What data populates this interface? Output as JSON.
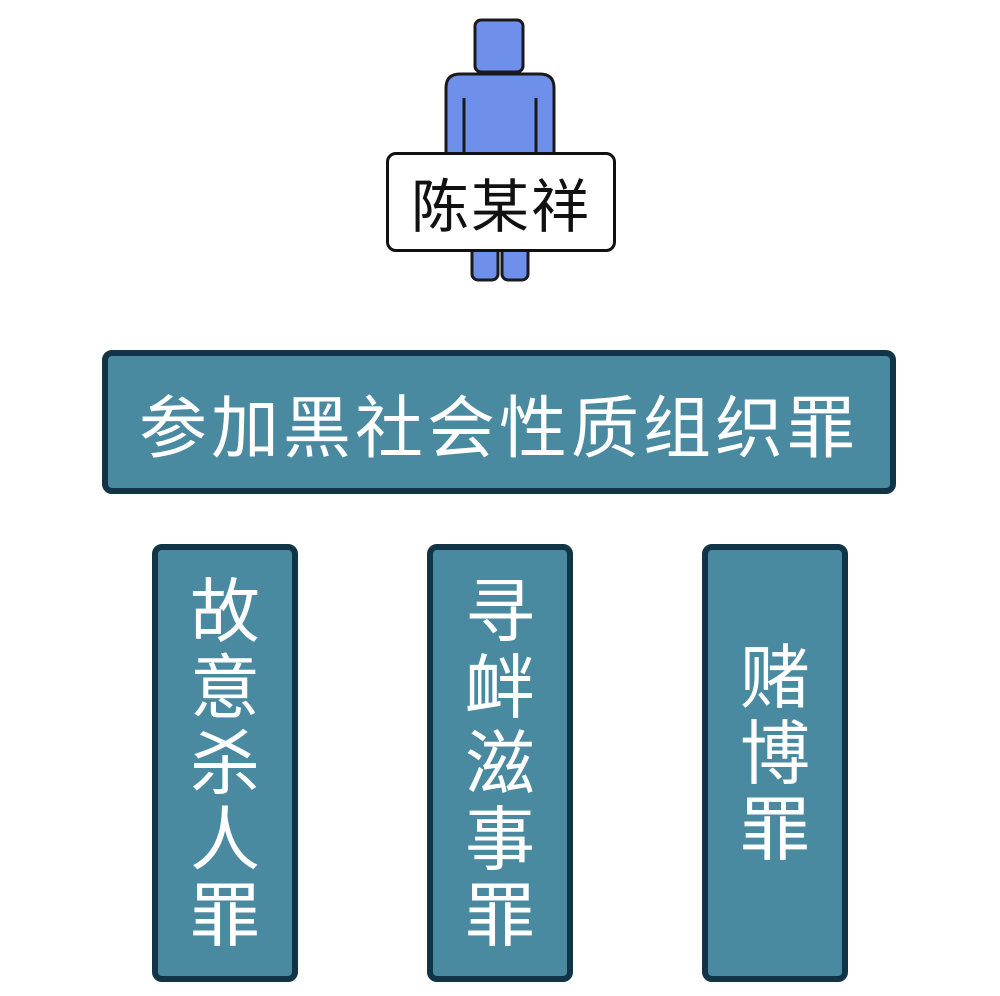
{
  "person": {
    "name": "陈某祥",
    "icon": "person-icon",
    "color": "#6f90ea"
  },
  "group_crime": "参加黑社会性质组织罪",
  "crimes": [
    {
      "chars": [
        "故",
        "意",
        "杀",
        "人",
        "罪"
      ]
    },
    {
      "chars": [
        "寻",
        "衅",
        "滋",
        "事",
        "罪"
      ]
    },
    {
      "chars": [
        "赌",
        "博",
        "罪"
      ]
    }
  ],
  "colors": {
    "panel_fill": "#4a8aa0",
    "panel_border": "#113447",
    "text": "#ffffff"
  }
}
